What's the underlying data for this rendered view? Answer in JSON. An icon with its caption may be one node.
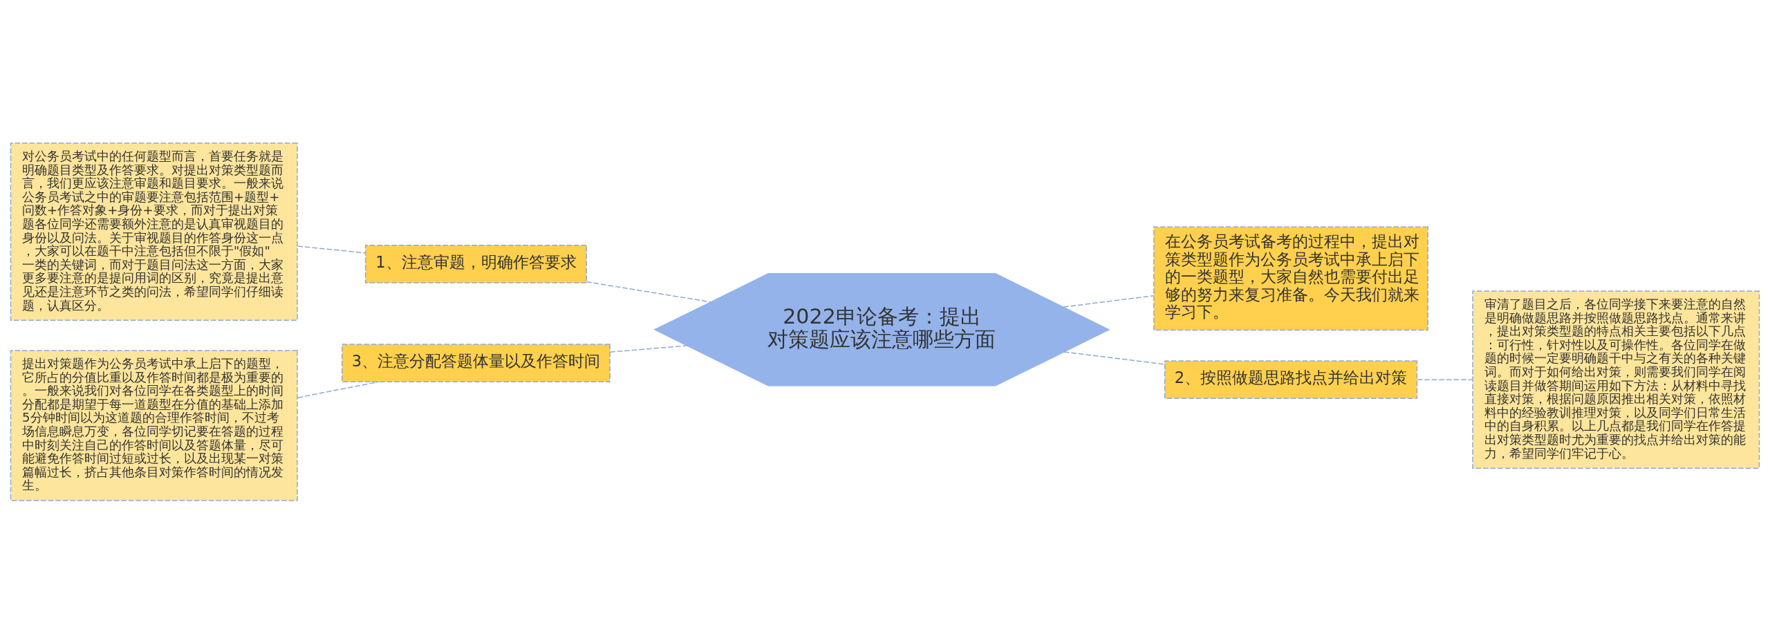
{
  "diagram": {
    "nodes": [
      {
        "text": [
          "2022申论备考：提出对策题应该注意哪些方面"
        ]
      },
      {
        "text": [
          "1、注意审题，明确作答要求"
        ]
      },
      {
        "text": [
          "对公务员考试中的任何题型而言，首要任务就是明确题目类型及作答要求。对提出对策类型题而言，我们更应该注意审题和题目要求。一般来说公务员考试之中的审题要注意包括范围+题型+问数+作答对象+身份+要求，而对于提出对策题各位同学还需要额外注意的是认真审视题目的身份以及问法。关于审视题目的作答身份这一点，大家可以在题干中注意包括但不限于\"假如\"一类的关键词，而对于题目问法这一方面，大家更多要注意的是提问用词的区别，究竟是提出意见还是注意环节之类的问法，希望同学们仔细读题，认真区分。"
        ]
      },
      {
        "text": [
          "3、注意分配答题体量以及作答时间"
        ]
      },
      {
        "text": [
          "提出对策题作为公务员考试中承上启下的题型，它所占的分值比重以及作答时间都是极为重要的。一般来说我们对各位同学在各类题型上的时间分配都是期望于每一道题型在分值的基础上添加5分钟时间以为这道题的合理作答时间，不过考场信息瞬息万变，各位同学切记要在答题的过程中时刻关注自己的作答时间以及答题体量，尽可能避免作答时间过短或过长，以及出现某一对策篇幅过长，挤占其他条目对策作答时间的情况发生。"
        ]
      },
      {
        "text": [
          "在公务员考试备考的过程中，提出对策类型题作为公务员考试中承上启下的一类题型，大家自然也需要付出足够的努力来复习准备。今天我们就来学习下。"
        ]
      },
      {
        "text": [
          "2、按照做题思路找点并给出对策"
        ]
      },
      {
        "text": [
          "审清了题目之后，各位同学接下来要注意的自然是明确做题思路并按照做题思路找点。通常来讲，提出对策类型题的特点相关主要包括以下几点：可行性，针对性以及可操作性。各位同学在做题的时候一定要明确题干中与之有关的各种关键词。而对于如何给出对策，则需要我们同学在阅读题目并做答期间运用如下方法：从材料中寻找直接对策，根据问题原因推出相关对策，依照材料中的经验教训推理对策，以及同学们日常生活中的自身积累。以上几点都是我们同学在作答提出对策类型题时尤为重要的找点并给出对策的能力，希望同学们牢记于心。"
        ]
      }
    ],
    "edges": [
      {
        "from": 2,
        "to": 1,
        "arrow": "none",
        "style": "dashed"
      },
      {
        "from": 1,
        "to": 0,
        "arrow": "none",
        "style": "dashed"
      },
      {
        "from": 4,
        "to": 3,
        "arrow": "none",
        "style": "dashed"
      },
      {
        "from": 3,
        "to": 0,
        "arrow": "none",
        "style": "dashed"
      },
      {
        "from": 0,
        "to": 5,
        "arrow": "none",
        "style": "dashed"
      },
      {
        "from": 0,
        "to": 6,
        "arrow": "none",
        "style": "dashed"
      },
      {
        "from": 6,
        "to": 7,
        "arrow": "none",
        "style": "dashed"
      }
    ]
  }
}
